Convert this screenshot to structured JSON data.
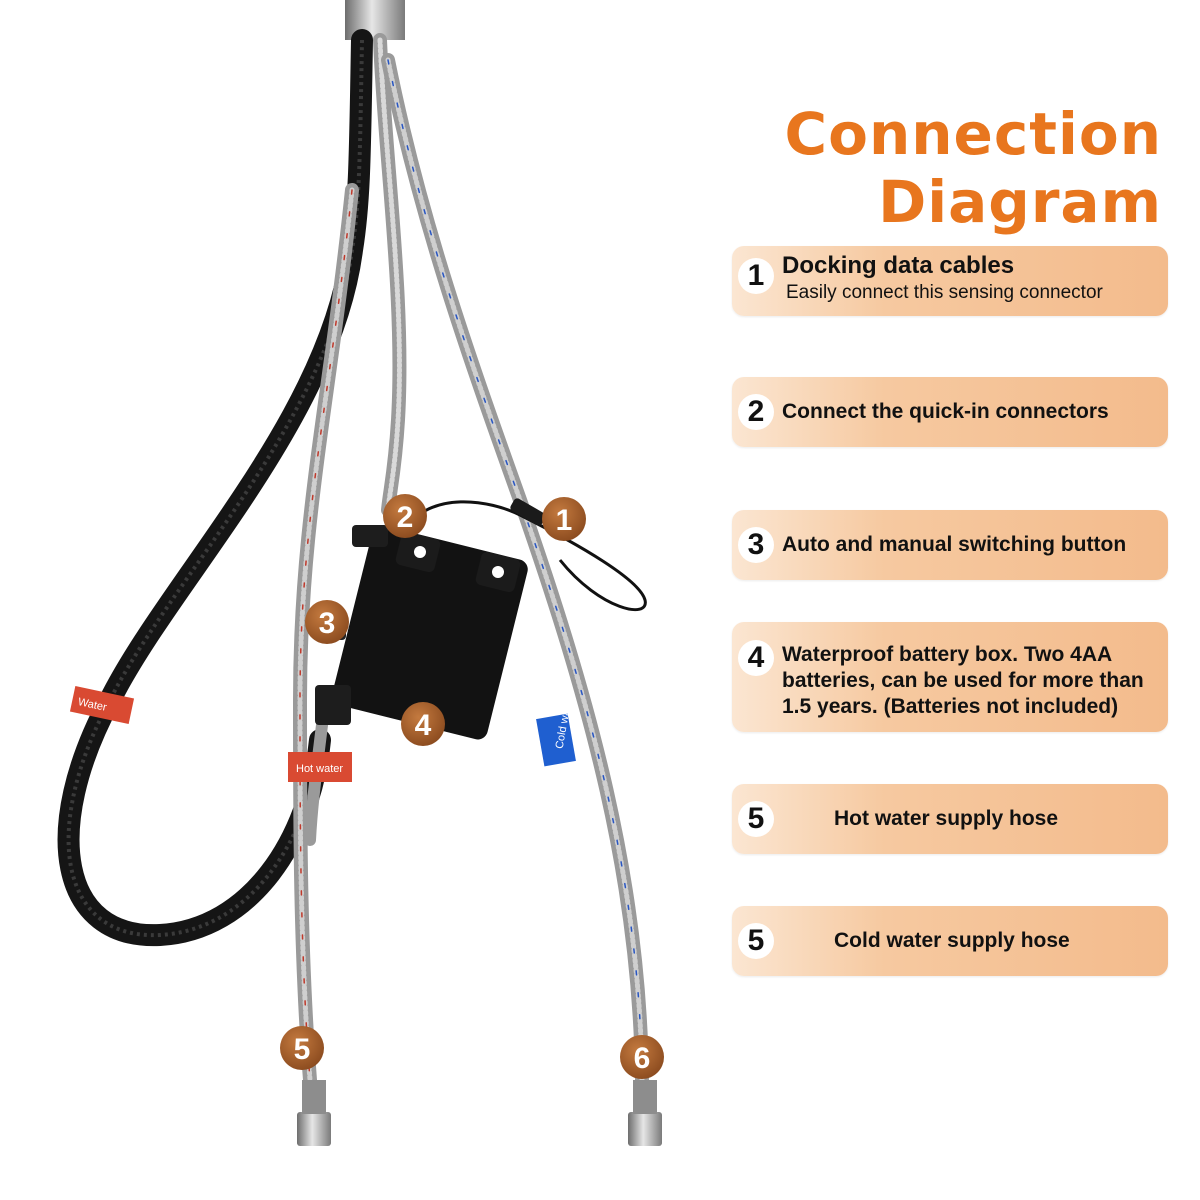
{
  "title": "Connection Diagram",
  "cards": [
    {
      "number": "1",
      "heading": "Docking data cables",
      "subtext": "Easily connect this sensing connector"
    },
    {
      "number": "2",
      "heading": "Connect the quick-in connectors"
    },
    {
      "number": "3",
      "heading": "Auto and manual switching button"
    },
    {
      "number": "4",
      "lines": [
        "Waterproof battery box. Two 4AA",
        "batteries, can be used for more than",
        "1.5 years. (Batteries not included)"
      ]
    },
    {
      "number": "5",
      "heading": "Hot water supply hose"
    },
    {
      "number": "5",
      "heading": "Cold water supply hose"
    }
  ],
  "badges": [
    "1",
    "2",
    "3",
    "4",
    "5",
    "6"
  ],
  "tags": {
    "hot": "Hot water",
    "cold": "Cold water",
    "left": "Water"
  },
  "colors": {
    "accent": "#e8761e",
    "badge": "#a15a26",
    "card_light": "#fbe6d2",
    "card_dark": "#f3bb8c",
    "tag_red": "#d94a32",
    "tag_blue": "#1f5fd0"
  }
}
